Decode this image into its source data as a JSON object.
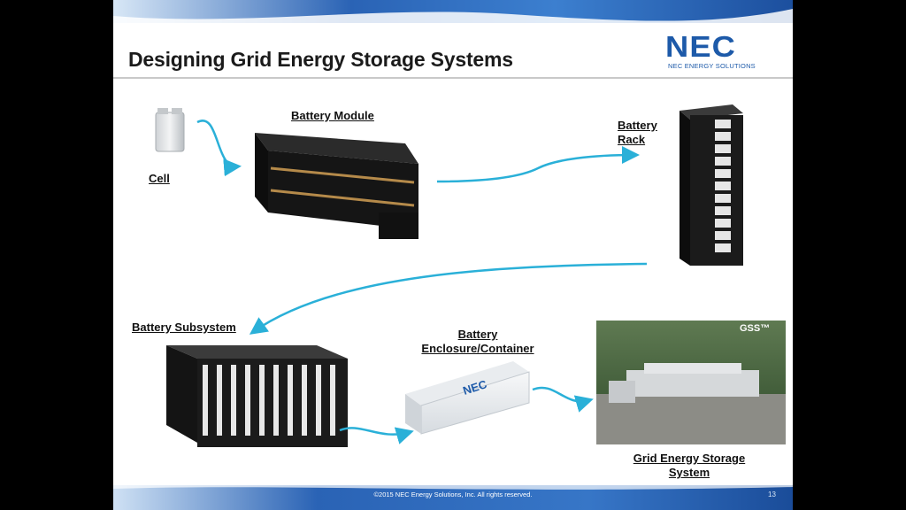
{
  "slide": {
    "title": "Designing Grid Energy Storage Systems",
    "logo": {
      "mark": "NEC",
      "subtitle": "NEC ENERGY SOLUTIONS"
    },
    "labels": {
      "cell": "Cell",
      "battery_module": "Battery Module",
      "battery_rack_line1": "Battery",
      "battery_rack_line2": "Rack",
      "battery_subsystem": "Battery Subsystem",
      "enclosure_line1": "Battery",
      "enclosure_line2": "Enclosure/Container",
      "gss_line1": "Grid Energy Storage",
      "gss_line2": "System"
    },
    "container_logo": "NEC",
    "photo_badge": "GSS™",
    "footer": "©2015 NEC Energy Solutions, Inc. All rights reserved.",
    "page_number": "13"
  },
  "colors": {
    "band_blue": "#1f5fb0",
    "logo_blue": "#1d5aa9",
    "arrow_cyan": "#2ab0d8"
  }
}
